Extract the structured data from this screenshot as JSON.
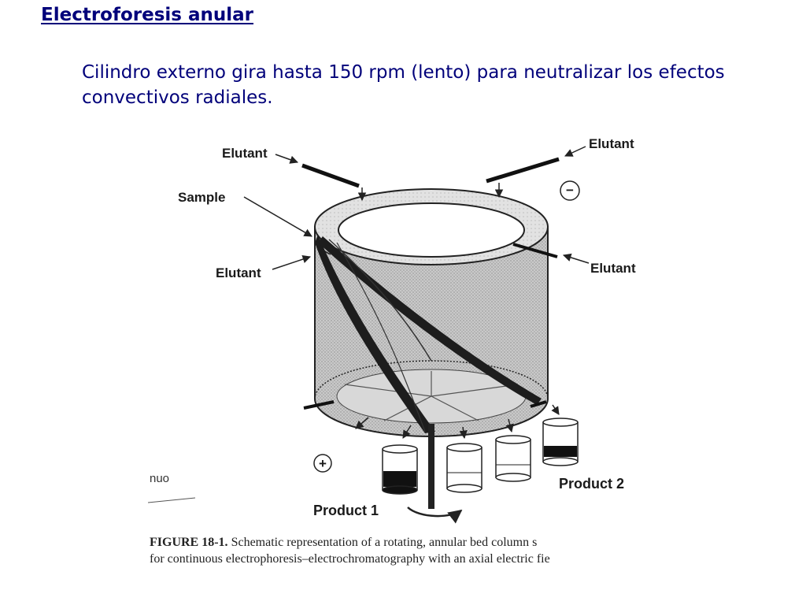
{
  "slide": {
    "title": "Electroforesis anular",
    "body": "Cilindro externo gira hasta 150 rpm (lento) para neutralizar los efectos convectivos radiales."
  },
  "figure": {
    "labels": {
      "elutant_top_left": "Elutant",
      "elutant_top_right": "Elutant",
      "sample": "Sample",
      "elutant_mid_left": "Elutant",
      "elutant_mid_right": "Elutant",
      "minus_sign": "−",
      "plus_sign": "+",
      "product_1": "Product 1",
      "product_2": "Product 2",
      "edge_text": "nuo"
    },
    "caption": {
      "number": "FIGURE 18-1.",
      "line1": "Schematic representation of a rotating, annular bed column s",
      "line2": "for continuous electrophoresis–electrochromatography with an axial electric fie"
    }
  }
}
